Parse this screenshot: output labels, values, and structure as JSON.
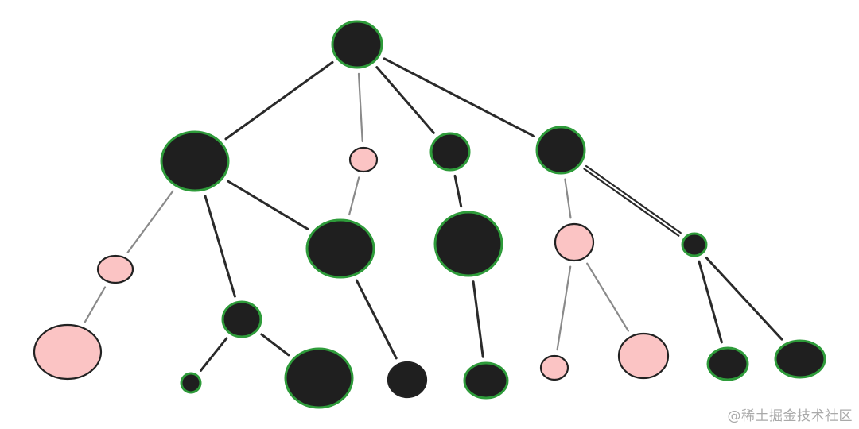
{
  "diagram": {
    "type": "tree",
    "colors": {
      "black_fill": "#1f1f1f",
      "pink_fill": "#fbc4c4",
      "green_outline": "#2e9b3a",
      "dark_outline": "#222222",
      "strong_edge": "#2a2a2a",
      "light_edge": "#8a8a8a"
    },
    "nodes": [
      {
        "id": "root",
        "kind": "black"
      },
      {
        "id": "a",
        "kind": "black"
      },
      {
        "id": "b",
        "kind": "pink"
      },
      {
        "id": "c",
        "kind": "black"
      },
      {
        "id": "d",
        "kind": "black"
      },
      {
        "id": "a1",
        "kind": "pink"
      },
      {
        "id": "a1x",
        "kind": "pink"
      },
      {
        "id": "a2",
        "kind": "black"
      },
      {
        "id": "a2x",
        "kind": "black"
      },
      {
        "id": "a2y",
        "kind": "black"
      },
      {
        "id": "e",
        "kind": "black"
      },
      {
        "id": "e1",
        "kind": "black-plain"
      },
      {
        "id": "c1",
        "kind": "black"
      },
      {
        "id": "c1x",
        "kind": "black"
      },
      {
        "id": "d1",
        "kind": "pink"
      },
      {
        "id": "d1x",
        "kind": "pink"
      },
      {
        "id": "d1y",
        "kind": "pink"
      },
      {
        "id": "d2",
        "kind": "black"
      },
      {
        "id": "d2x",
        "kind": "black"
      },
      {
        "id": "d2y",
        "kind": "black"
      }
    ],
    "edges": [
      {
        "from": "root",
        "to": "a",
        "style": "strong"
      },
      {
        "from": "root",
        "to": "b",
        "style": "light"
      },
      {
        "from": "root",
        "to": "c",
        "style": "strong"
      },
      {
        "from": "root",
        "to": "d",
        "style": "strong"
      },
      {
        "from": "a",
        "to": "a1",
        "style": "light"
      },
      {
        "from": "a1",
        "to": "a1x",
        "style": "light"
      },
      {
        "from": "a",
        "to": "a2",
        "style": "strong"
      },
      {
        "from": "a2",
        "to": "a2x",
        "style": "strong"
      },
      {
        "from": "a2",
        "to": "a2y",
        "style": "strong"
      },
      {
        "from": "a",
        "to": "e",
        "style": "strong"
      },
      {
        "from": "b",
        "to": "e",
        "style": "light"
      },
      {
        "from": "e",
        "to": "e1",
        "style": "strong"
      },
      {
        "from": "c",
        "to": "c1",
        "style": "strong"
      },
      {
        "from": "c1",
        "to": "c1x",
        "style": "strong"
      },
      {
        "from": "d",
        "to": "d1",
        "style": "light"
      },
      {
        "from": "d1",
        "to": "d1x",
        "style": "light"
      },
      {
        "from": "d1",
        "to": "d1y",
        "style": "light"
      },
      {
        "from": "d",
        "to": "d2",
        "style": "double"
      },
      {
        "from": "d2",
        "to": "d2x",
        "style": "strong"
      },
      {
        "from": "d2",
        "to": "d2y",
        "style": "strong"
      }
    ]
  },
  "watermark": {
    "text": "@稀土掘金技术社区"
  }
}
